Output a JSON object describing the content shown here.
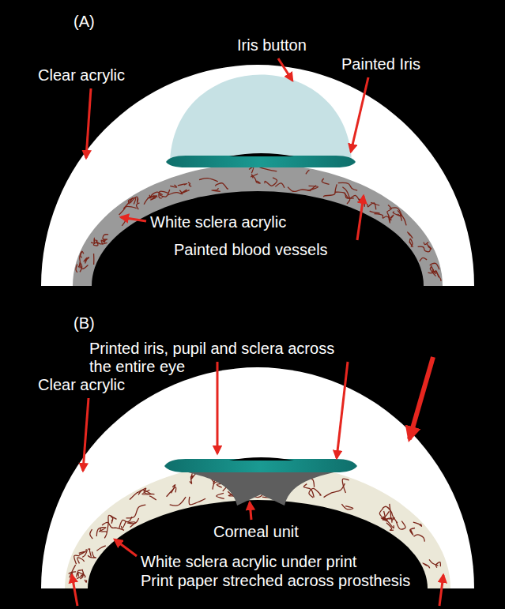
{
  "diagram": {
    "labels": [
      "(A)",
      "Clear acrylic",
      "Iris button",
      "Painted Iris",
      "White sclera acrylic",
      "Painted blood vessels",
      "(B)",
      "Printed iris, pupil and sclera across the entire eye",
      "Clear acrylic",
      "Corneal unit",
      "White sclera acrylic under print",
      "Print paper streched across prosthesis"
    ]
  }
}
